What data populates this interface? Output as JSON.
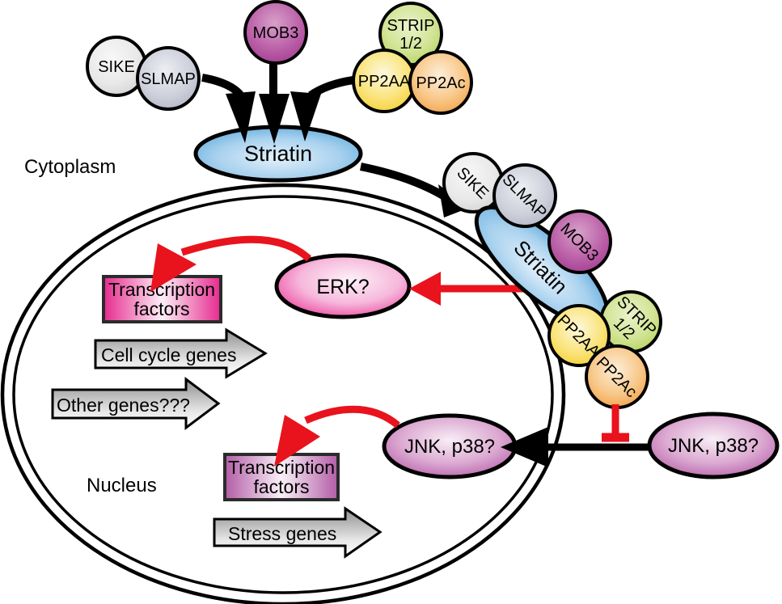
{
  "compartments": {
    "cytoplasm": "Cytoplasm",
    "nucleus": "Nucleus"
  },
  "free_subunits": {
    "sike": "SIKE",
    "slmap": "SLMAP",
    "mob3": "MOB3",
    "strip_line1": "STRIP",
    "strip_line2": "1/2",
    "pp2aa": "PP2AA",
    "pp2ac": "PP2Ac",
    "striatin": "Striatin"
  },
  "assembled_complex": {
    "sike": "SIKE",
    "slmap": "SLMAP",
    "mob3": "MOB3",
    "striatin": "Striatin",
    "strip_line1": "STRIP",
    "strip_line2": "1/2",
    "pp2aa": "PP2AA",
    "pp2ac": "PP2Ac"
  },
  "kinases": {
    "erk": "ERK?",
    "jnk_nuclear": "JNK, p38?",
    "jnk_cytoplasmic": "JNK, p38?"
  },
  "tf_cell_cycle": {
    "line1": "Transcription",
    "line2": "factors"
  },
  "tf_stress": {
    "line1": "Transcription",
    "line2": "factors"
  },
  "gene_arrows": {
    "cell_cycle": "Cell cycle genes",
    "other": "Other genes???",
    "stress": "Stress genes"
  },
  "colors": {
    "activation_red": "#e8131c",
    "striatin_blue": "#429cd6",
    "erk_pink": "#e9258e",
    "jnk_purple": "#ab4a9c",
    "mob3_purple": "#9b2f88",
    "strip_green": "#a5ca47",
    "pp2aa_yellow": "#f3c513",
    "pp2ac_orange": "#ee9029",
    "sike_gray": "#cfcfcf",
    "slmap_gray": "#a9adbf"
  }
}
